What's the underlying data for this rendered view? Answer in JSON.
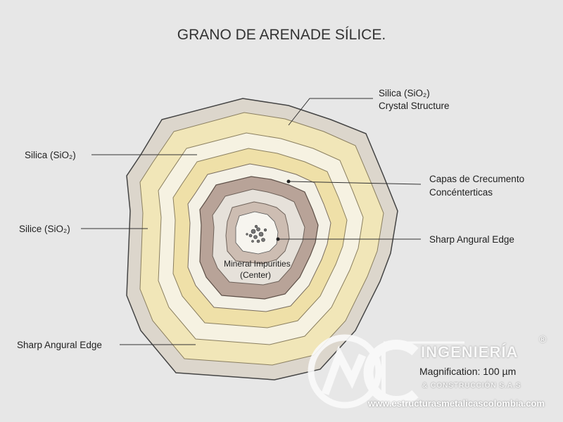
{
  "title": "GRANO DE ARENADE SÍLICE.",
  "labels": {
    "crystal_line1": "Silica (SiO₂)",
    "crystal_line2": "Crystal Structure",
    "silica_left": "Silica (SiO₂)",
    "silice_left": "Silice (SiO₂)",
    "capas_line1": "Capas de Crecumento",
    "capas_line2": "Concénterticas",
    "sharp_right": "Sharp Angural Edge",
    "sharp_left": "Sharp Angural Edge",
    "center_line1": "Mineral Impurities",
    "center_line2": "(Center)",
    "magnification": "Magnification: 100 µm"
  },
  "watermark": {
    "name": "INGENIERÍA",
    "sub": "& CONSTRUCCIÓN S.A.S",
    "reg": "®",
    "url": "www.estructurasmetalicascolombia.com"
  },
  "colors": {
    "outer_rim": "#d8d2c8",
    "yellow_band": "#efe2b0",
    "brown_band": "#b9a59a",
    "core": "#f4f1ea"
  }
}
